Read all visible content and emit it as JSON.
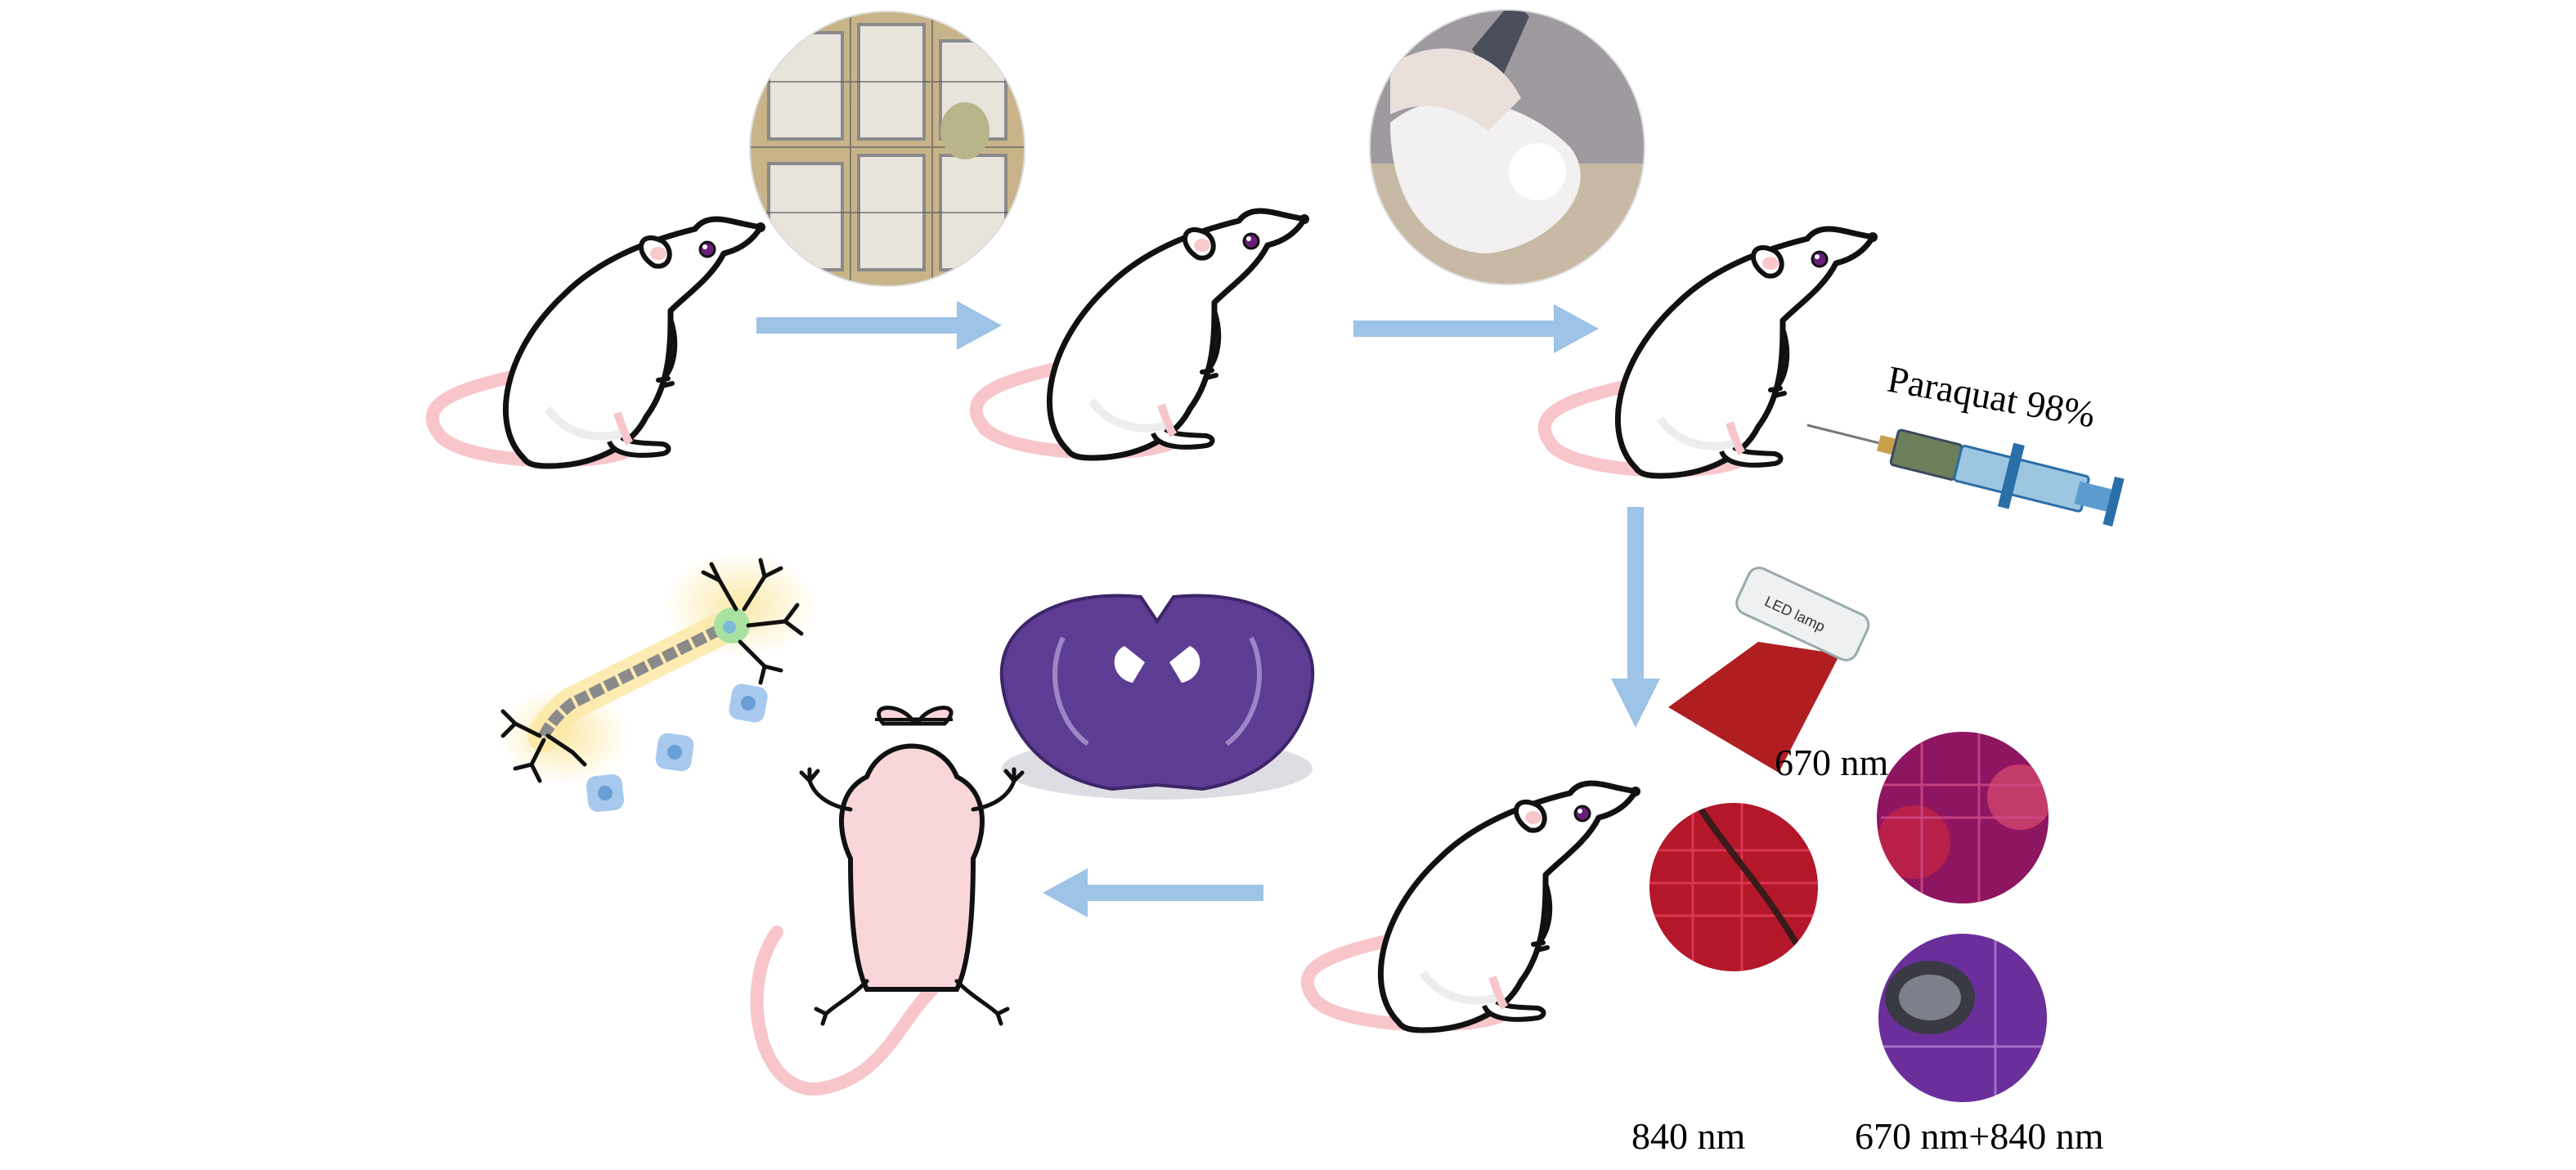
{
  "labels": {
    "paraquat": "Paraquat 98%",
    "led_lamp": "LED lamp",
    "wavelength_670": "670 nm",
    "wavelength_840": "840 nm",
    "wavelength_combo": "670 nm+840 nm"
  },
  "colors": {
    "arrow": "#9dc3e6",
    "mouse_outline": "#111111",
    "mouse_tail": "#f7c5ca",
    "mouse_ear_inner": "#f9c8cc",
    "mouse_eye": "#6a1f7a",
    "light_beam": "#b01e22",
    "brain_stain": "#5d3c94",
    "neuron_glow": "#fbe7a5",
    "cell_blue": "#a8c9ee"
  },
  "icons": {
    "syringe": "syringe-icon",
    "lamp": "led-lamp-icon",
    "neuron": "neuron-icon",
    "brain": "brain-section-icon"
  }
}
